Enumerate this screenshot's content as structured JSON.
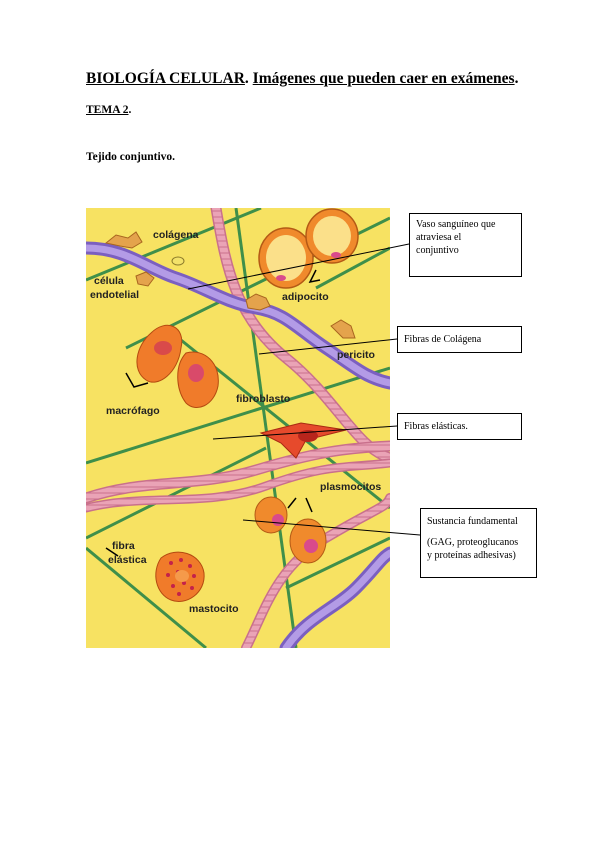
{
  "header": {
    "course": "BIOLOGÍA CELULAR",
    "course_period": ".",
    "topic": "Imágenes que pueden caer en exámenes",
    "topic_period": ".",
    "tema": "TEMA 2",
    "tema_period": ".",
    "section": "Tejido conjuntivo."
  },
  "figure": {
    "labels": {
      "colagena": "colágena",
      "celula": "célula",
      "endotelial": "endotelial",
      "adipocito": "adipocito",
      "pericito": "pericito",
      "macrofago": "macrófago",
      "fibroblasto": "fibroblasto",
      "plasmocitos": "plasmocitos",
      "fibra": "fibra",
      "elastica": "elástica",
      "mastocito": "mastocito"
    },
    "colors": {
      "background": "#f9e66a",
      "collagen": "#e58fa8",
      "elastic": "#3f8f4a",
      "vessel": "#9a7fd0",
      "cell": "#f08a2c",
      "nucleus": "#d94a8c"
    }
  },
  "callouts": {
    "vaso": [
      "Vaso sanguíneo que",
      "atraviesa el",
      "conjuntivo"
    ],
    "colagena": [
      "Fibras de Colágena"
    ],
    "elasticas": [
      "Fibras elásticas."
    ],
    "sustancia": [
      "Sustancia fundamental",
      "",
      "(GAG, proteoglucanos",
      "y proteínas adhesivas)"
    ]
  }
}
